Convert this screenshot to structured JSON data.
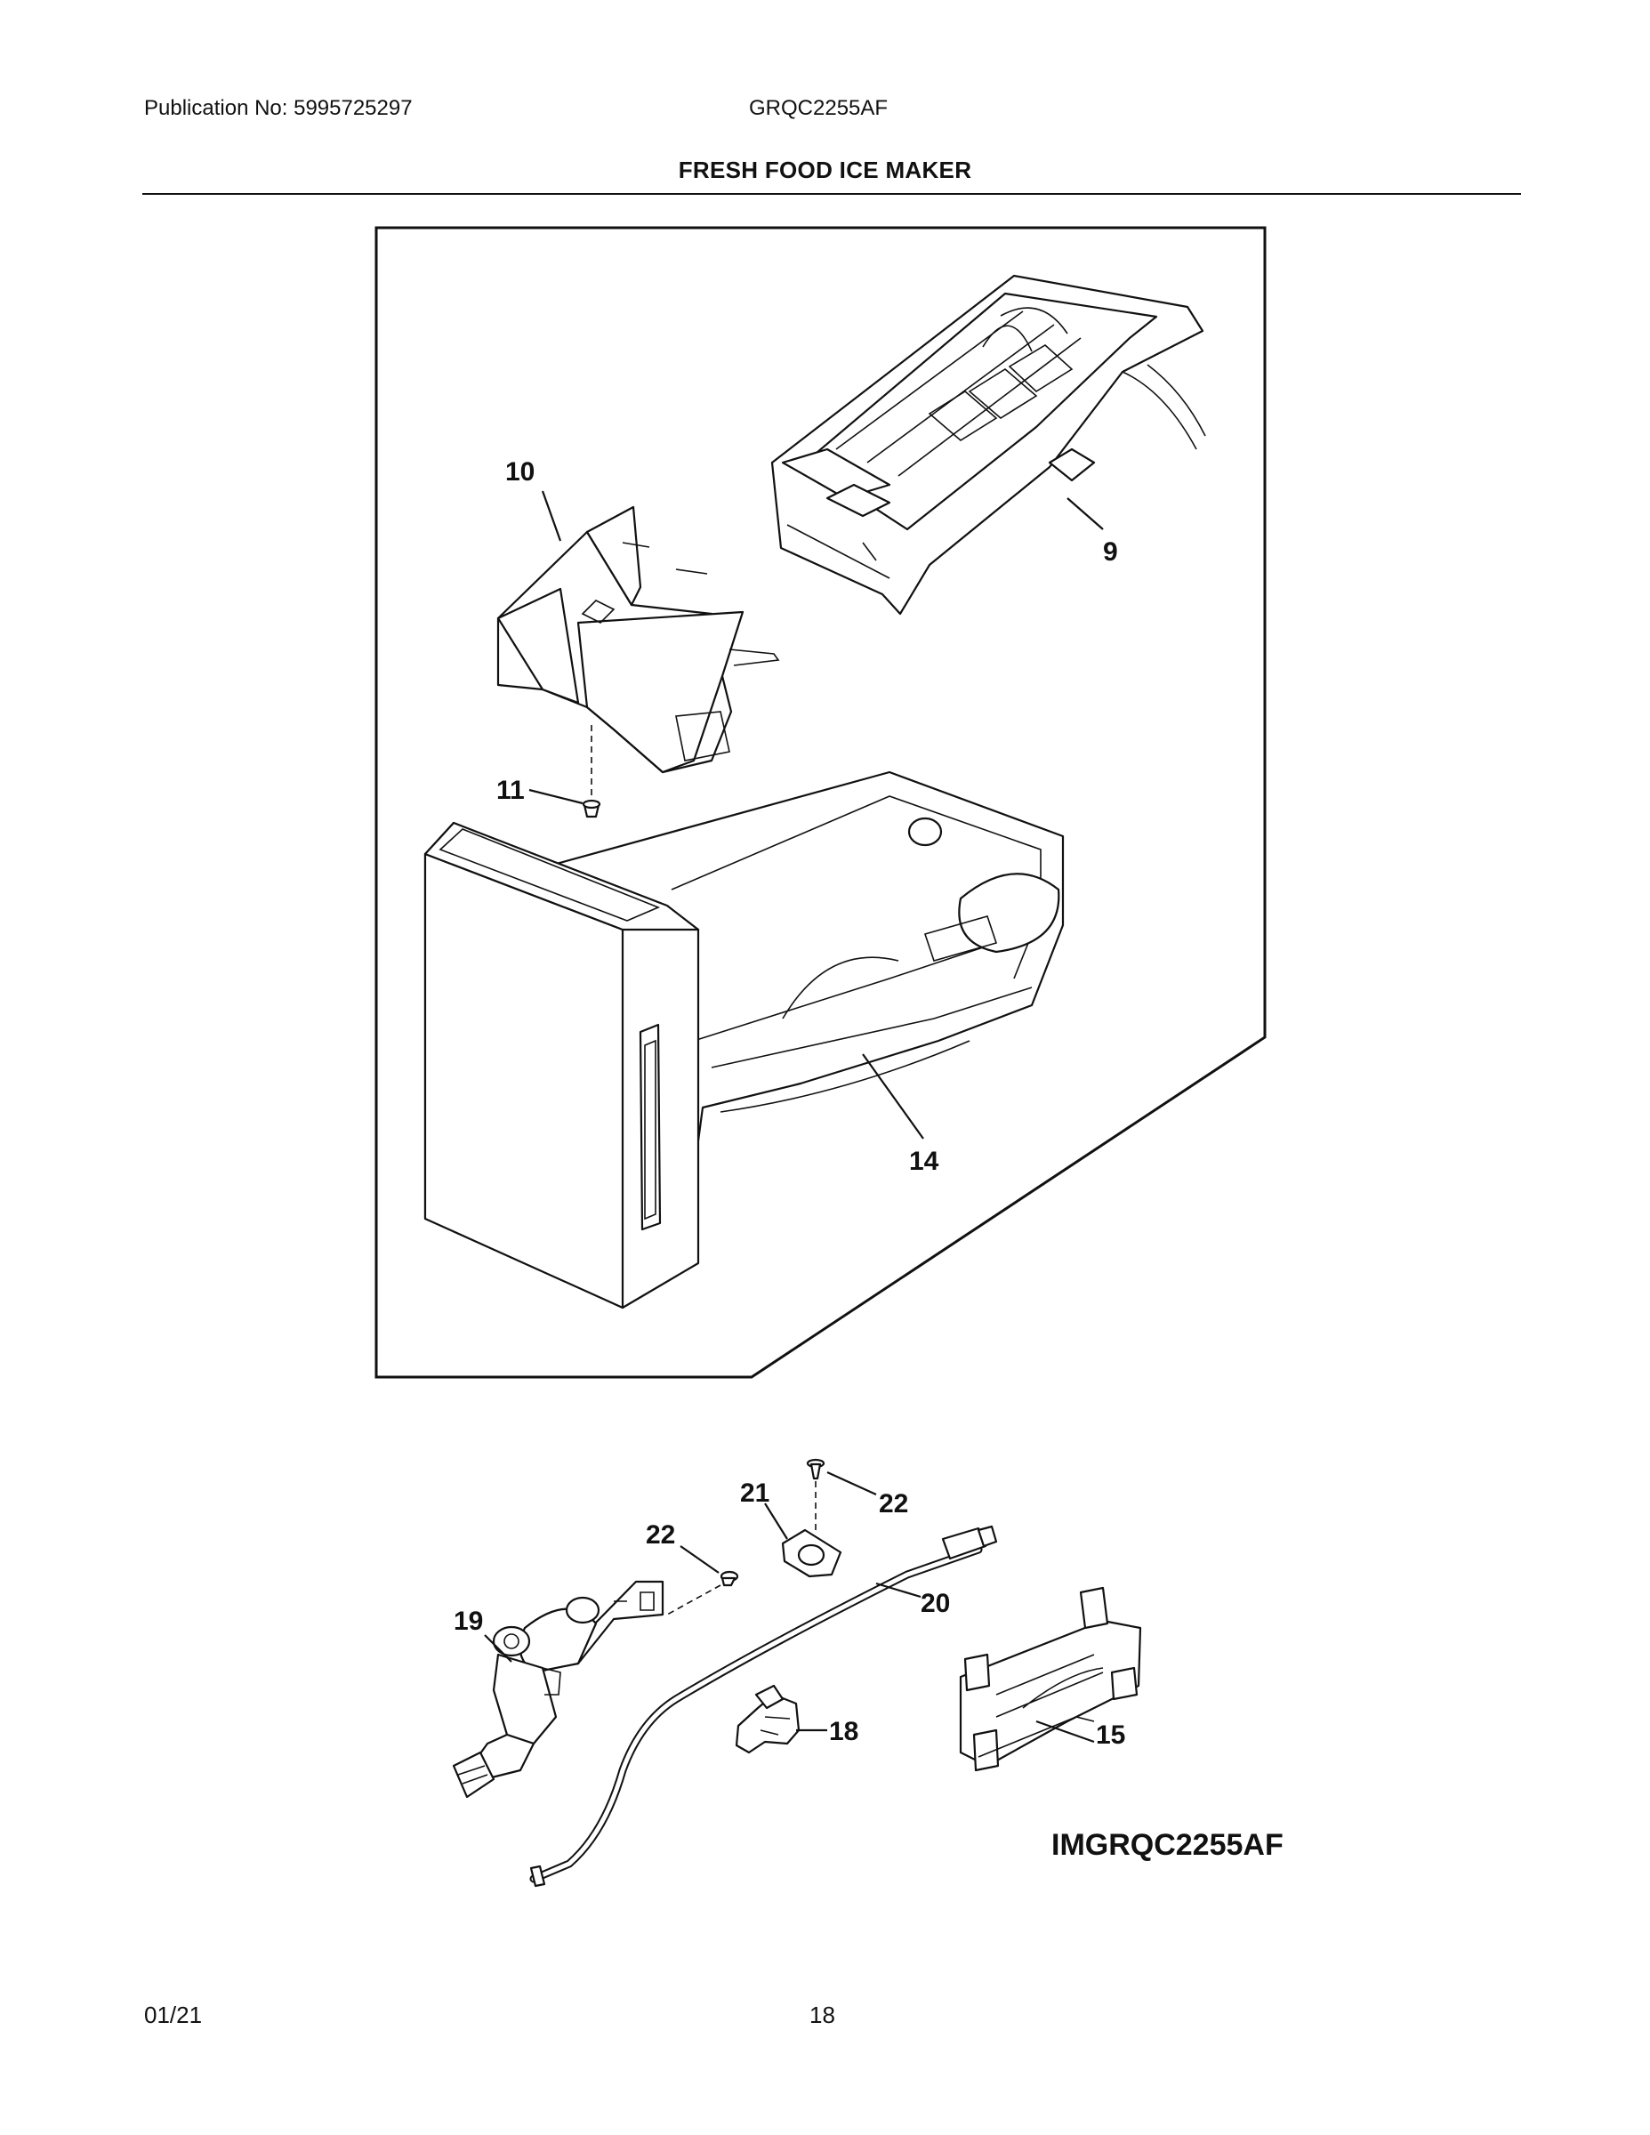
{
  "header": {
    "publication": "Publication No: 5995725297",
    "model": "GRQC2255AF",
    "section_title": "FRESH FOOD ICE MAKER"
  },
  "callouts": {
    "c9": "9",
    "c10": "10",
    "c11": "11",
    "c14": "14",
    "c15": "15",
    "c18": "18",
    "c19": "19",
    "c20": "20",
    "c21": "21",
    "c22a": "22",
    "c22b": "22"
  },
  "image_code": "IMGRQC2255AF",
  "footer": {
    "date": "01/21",
    "page_number": "18"
  }
}
